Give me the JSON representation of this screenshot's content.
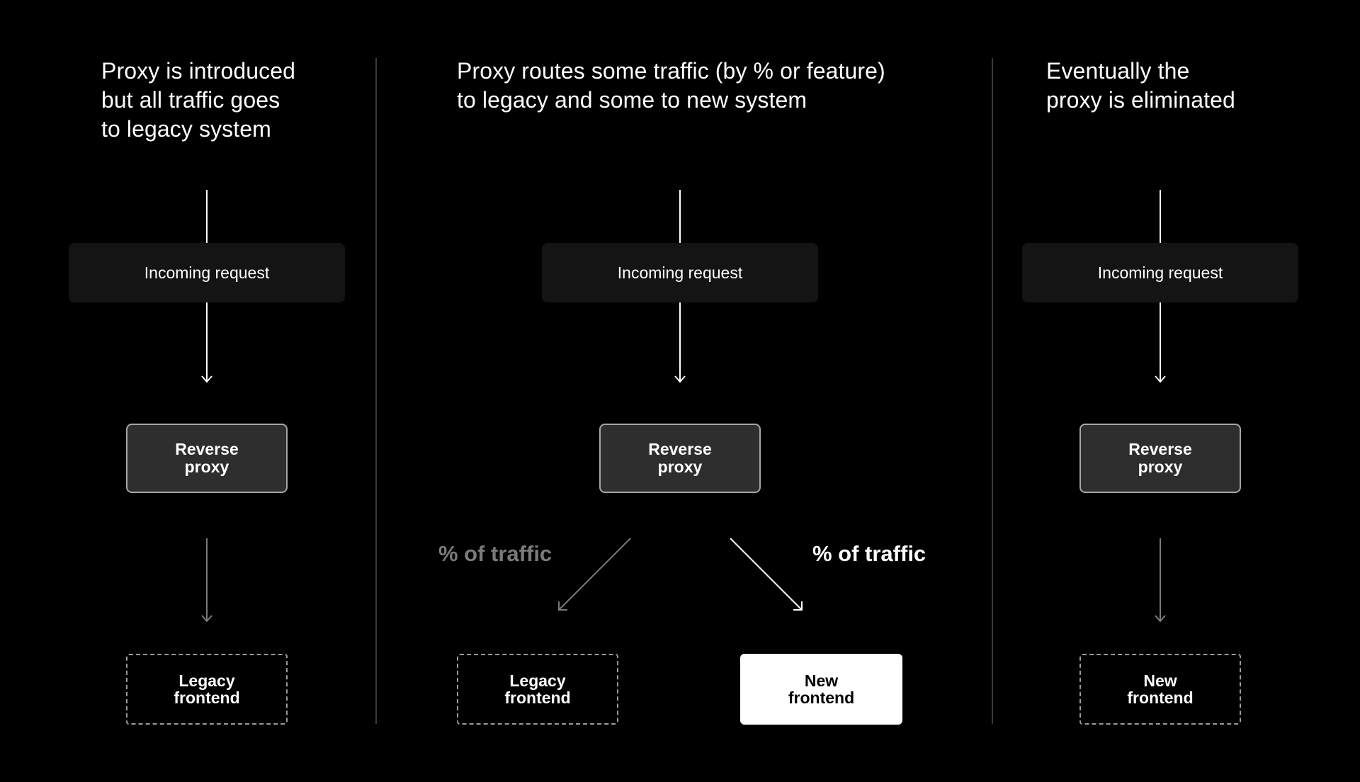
{
  "columns": [
    {
      "heading": "Proxy is introduced\nbut all traffic goes\nto legacy system",
      "incoming": "Incoming request",
      "proxy": "Reverse\nproxy",
      "legacy": "Legacy\nfrontend"
    },
    {
      "heading": "Proxy routes some traffic (by % or feature)\nto legacy and some to new system",
      "incoming": "Incoming request",
      "proxy": "Reverse\nproxy",
      "legacy": "Legacy\nfrontend",
      "new": "New\nfrontend",
      "traffic_left": "% of traffic",
      "traffic_right": "% of traffic"
    },
    {
      "heading": "Eventually the\nproxy is eliminated",
      "incoming": "Incoming request",
      "proxy": "Reverse\nproxy",
      "new": "New\nfrontend"
    }
  ],
  "colors": {
    "background": "#000000",
    "text": "#ffffff",
    "muted_text": "#7a7a7a",
    "incoming_box": "#141414",
    "proxy_box": "#2e2e2e",
    "proxy_border": "#a6a6a6",
    "dashed_border": "#9a9a9a",
    "new_box": "#ffffff",
    "divider": "#3a3a3a"
  }
}
